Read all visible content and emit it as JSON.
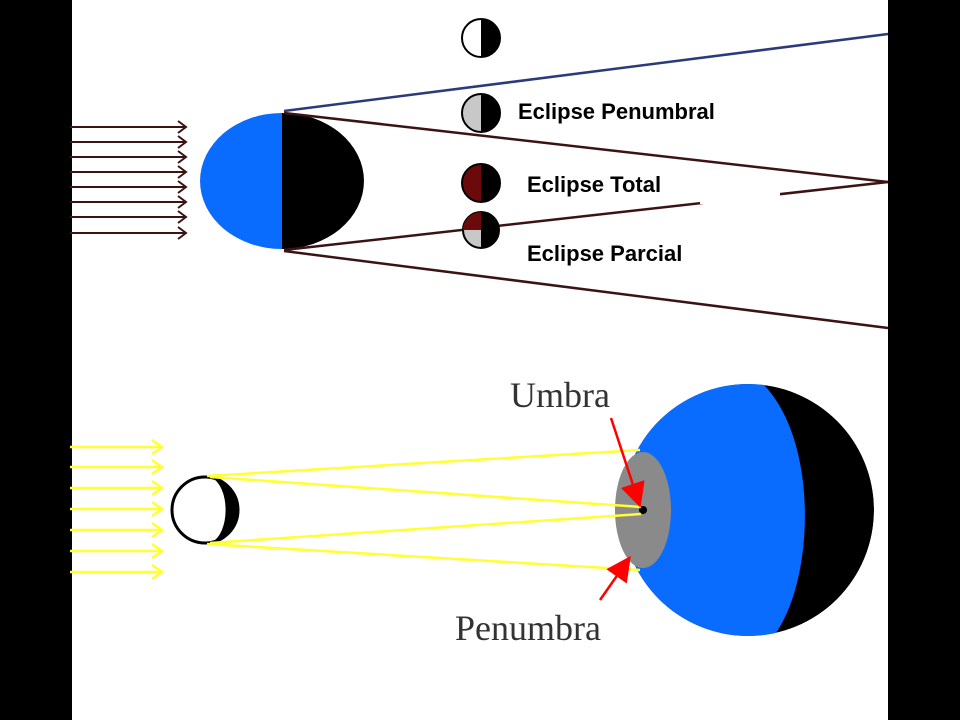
{
  "colors": {
    "background_bars": "#000000",
    "panel": "#ffffff",
    "earth": "#0a6cff",
    "shadow": "#000000",
    "moon_eclipse": "#6b0a0a",
    "penumbra_gray": "#c8c8c8",
    "umbra_gray": "#8a8a8a",
    "sun_rays_lunar": "#3a1414",
    "sun_rays_solar": "#ffff33",
    "cone_lines": "#3a1414",
    "arrow_red": "#ff0000"
  },
  "lunar_eclipse": {
    "labels": {
      "penumbral": "Eclipse Penumbral",
      "total": "Eclipse Total",
      "partial": "Eclipse Parcial"
    }
  },
  "solar_eclipse": {
    "labels": {
      "umbra": "Umbra",
      "penumbra": "Penumbra"
    }
  }
}
